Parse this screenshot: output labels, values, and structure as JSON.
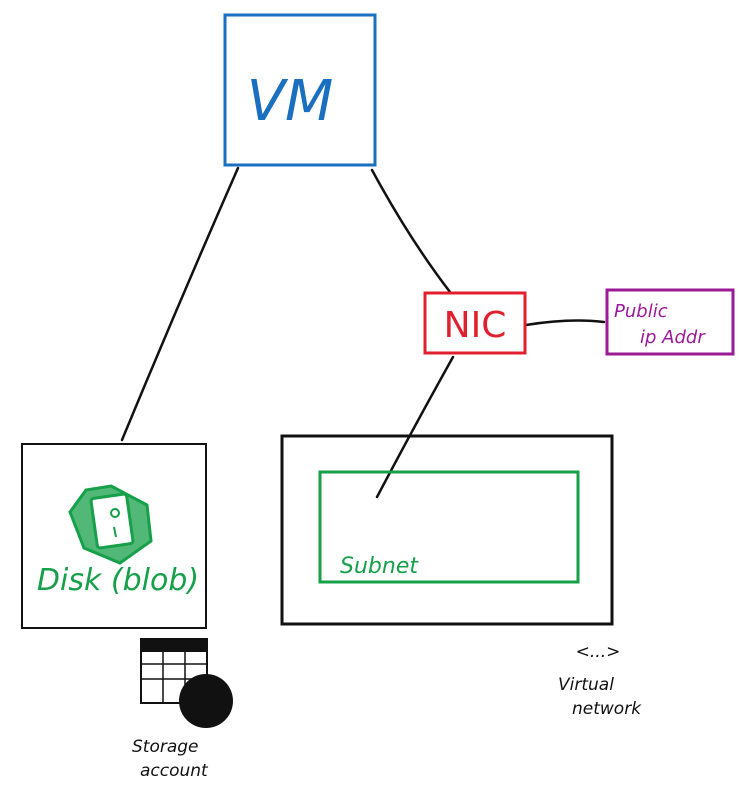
{
  "colors": {
    "vm": "#1a6fc0",
    "nic": "#e0202e",
    "public_ip": "#9b1b96",
    "disk": "#17a04a",
    "subnet": "#17a04a",
    "outline": "#111111",
    "connector": "#111111"
  },
  "nodes": {
    "vm": {
      "label": "VM"
    },
    "nic": {
      "label": "NIC"
    },
    "public_ip": {
      "label_line1": "Public",
      "label_line2": "ip Addr"
    },
    "disk": {
      "label": "Disk (blob)",
      "icon": "disk-icon"
    },
    "virtual_network": {
      "caption_line1": "Virtual",
      "caption_line2": "network",
      "icon": "code-brackets-icon",
      "icon_text": "<...>"
    },
    "subnet": {
      "label": "Subnet"
    },
    "storage_account": {
      "caption_line1": "Storage",
      "caption_line2": "account",
      "icon": "storage-account-icon"
    }
  }
}
